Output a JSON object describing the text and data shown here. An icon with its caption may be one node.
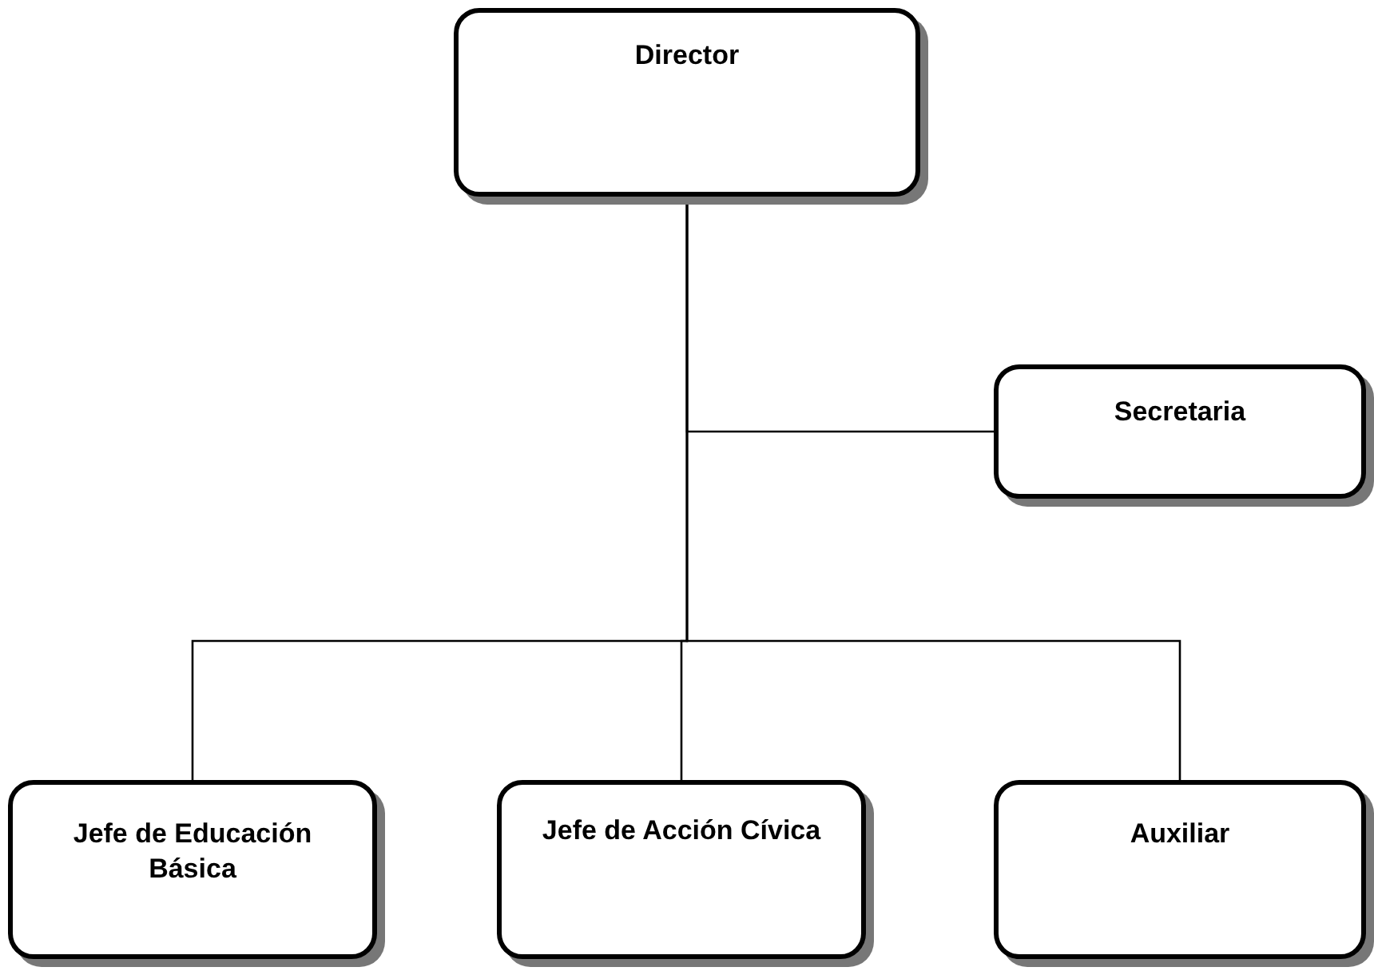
{
  "diagram": {
    "nodes": [
      {
        "text": [
          "Director"
        ]
      },
      {
        "text": [
          "Secretaria"
        ]
      },
      {
        "text": [
          "Jefe de Educación Básica"
        ]
      },
      {
        "text": [
          "Jefe de Acción Cívica"
        ]
      },
      {
        "text": [
          "Auxiliar"
        ]
      }
    ],
    "edges": [
      {
        "from": 0,
        "to": 1,
        "arrow": "none"
      },
      {
        "from": 0,
        "to": 2,
        "arrow": "none"
      },
      {
        "from": 0,
        "to": 3,
        "arrow": "none"
      },
      {
        "from": 0,
        "to": 4,
        "arrow": "none"
      }
    ]
  }
}
